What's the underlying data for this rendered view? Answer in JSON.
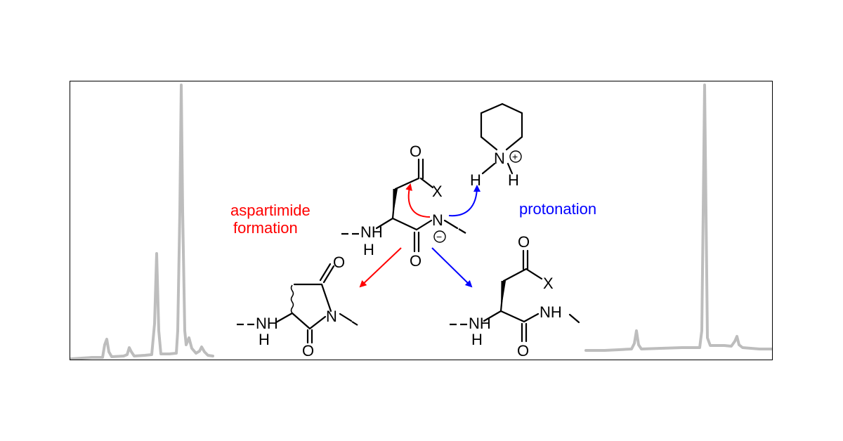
{
  "labels": {
    "aspartimide": "aspartimide",
    "formation": "formation",
    "protonation": "protonation"
  },
  "atoms": {
    "o_top": "O",
    "x_top": "X",
    "n_anion": "N",
    "minus": "−",
    "nh_left_n": "NH",
    "nh_left_h": "H",
    "o_bottom_center": "O",
    "pip_n": "N",
    "pip_plus": "+",
    "pip_h_left": "H",
    "pip_h_right": "H",
    "ring_o_top": "O",
    "ring_n": "N",
    "ring_o_bottom": "O",
    "ring_nh_n": "NH",
    "ring_nh_h": "H",
    "prod_o_top": "O",
    "prod_x": "X",
    "prod_nh_amide": "NH",
    "prod_nh_n": "NH",
    "prod_nh_h": "H",
    "prod_o_bottom": "O"
  },
  "colors": {
    "aspartimide_path": "#ff0000",
    "protonation_path": "#0000ff",
    "trace": "#bdbdbd"
  }
}
